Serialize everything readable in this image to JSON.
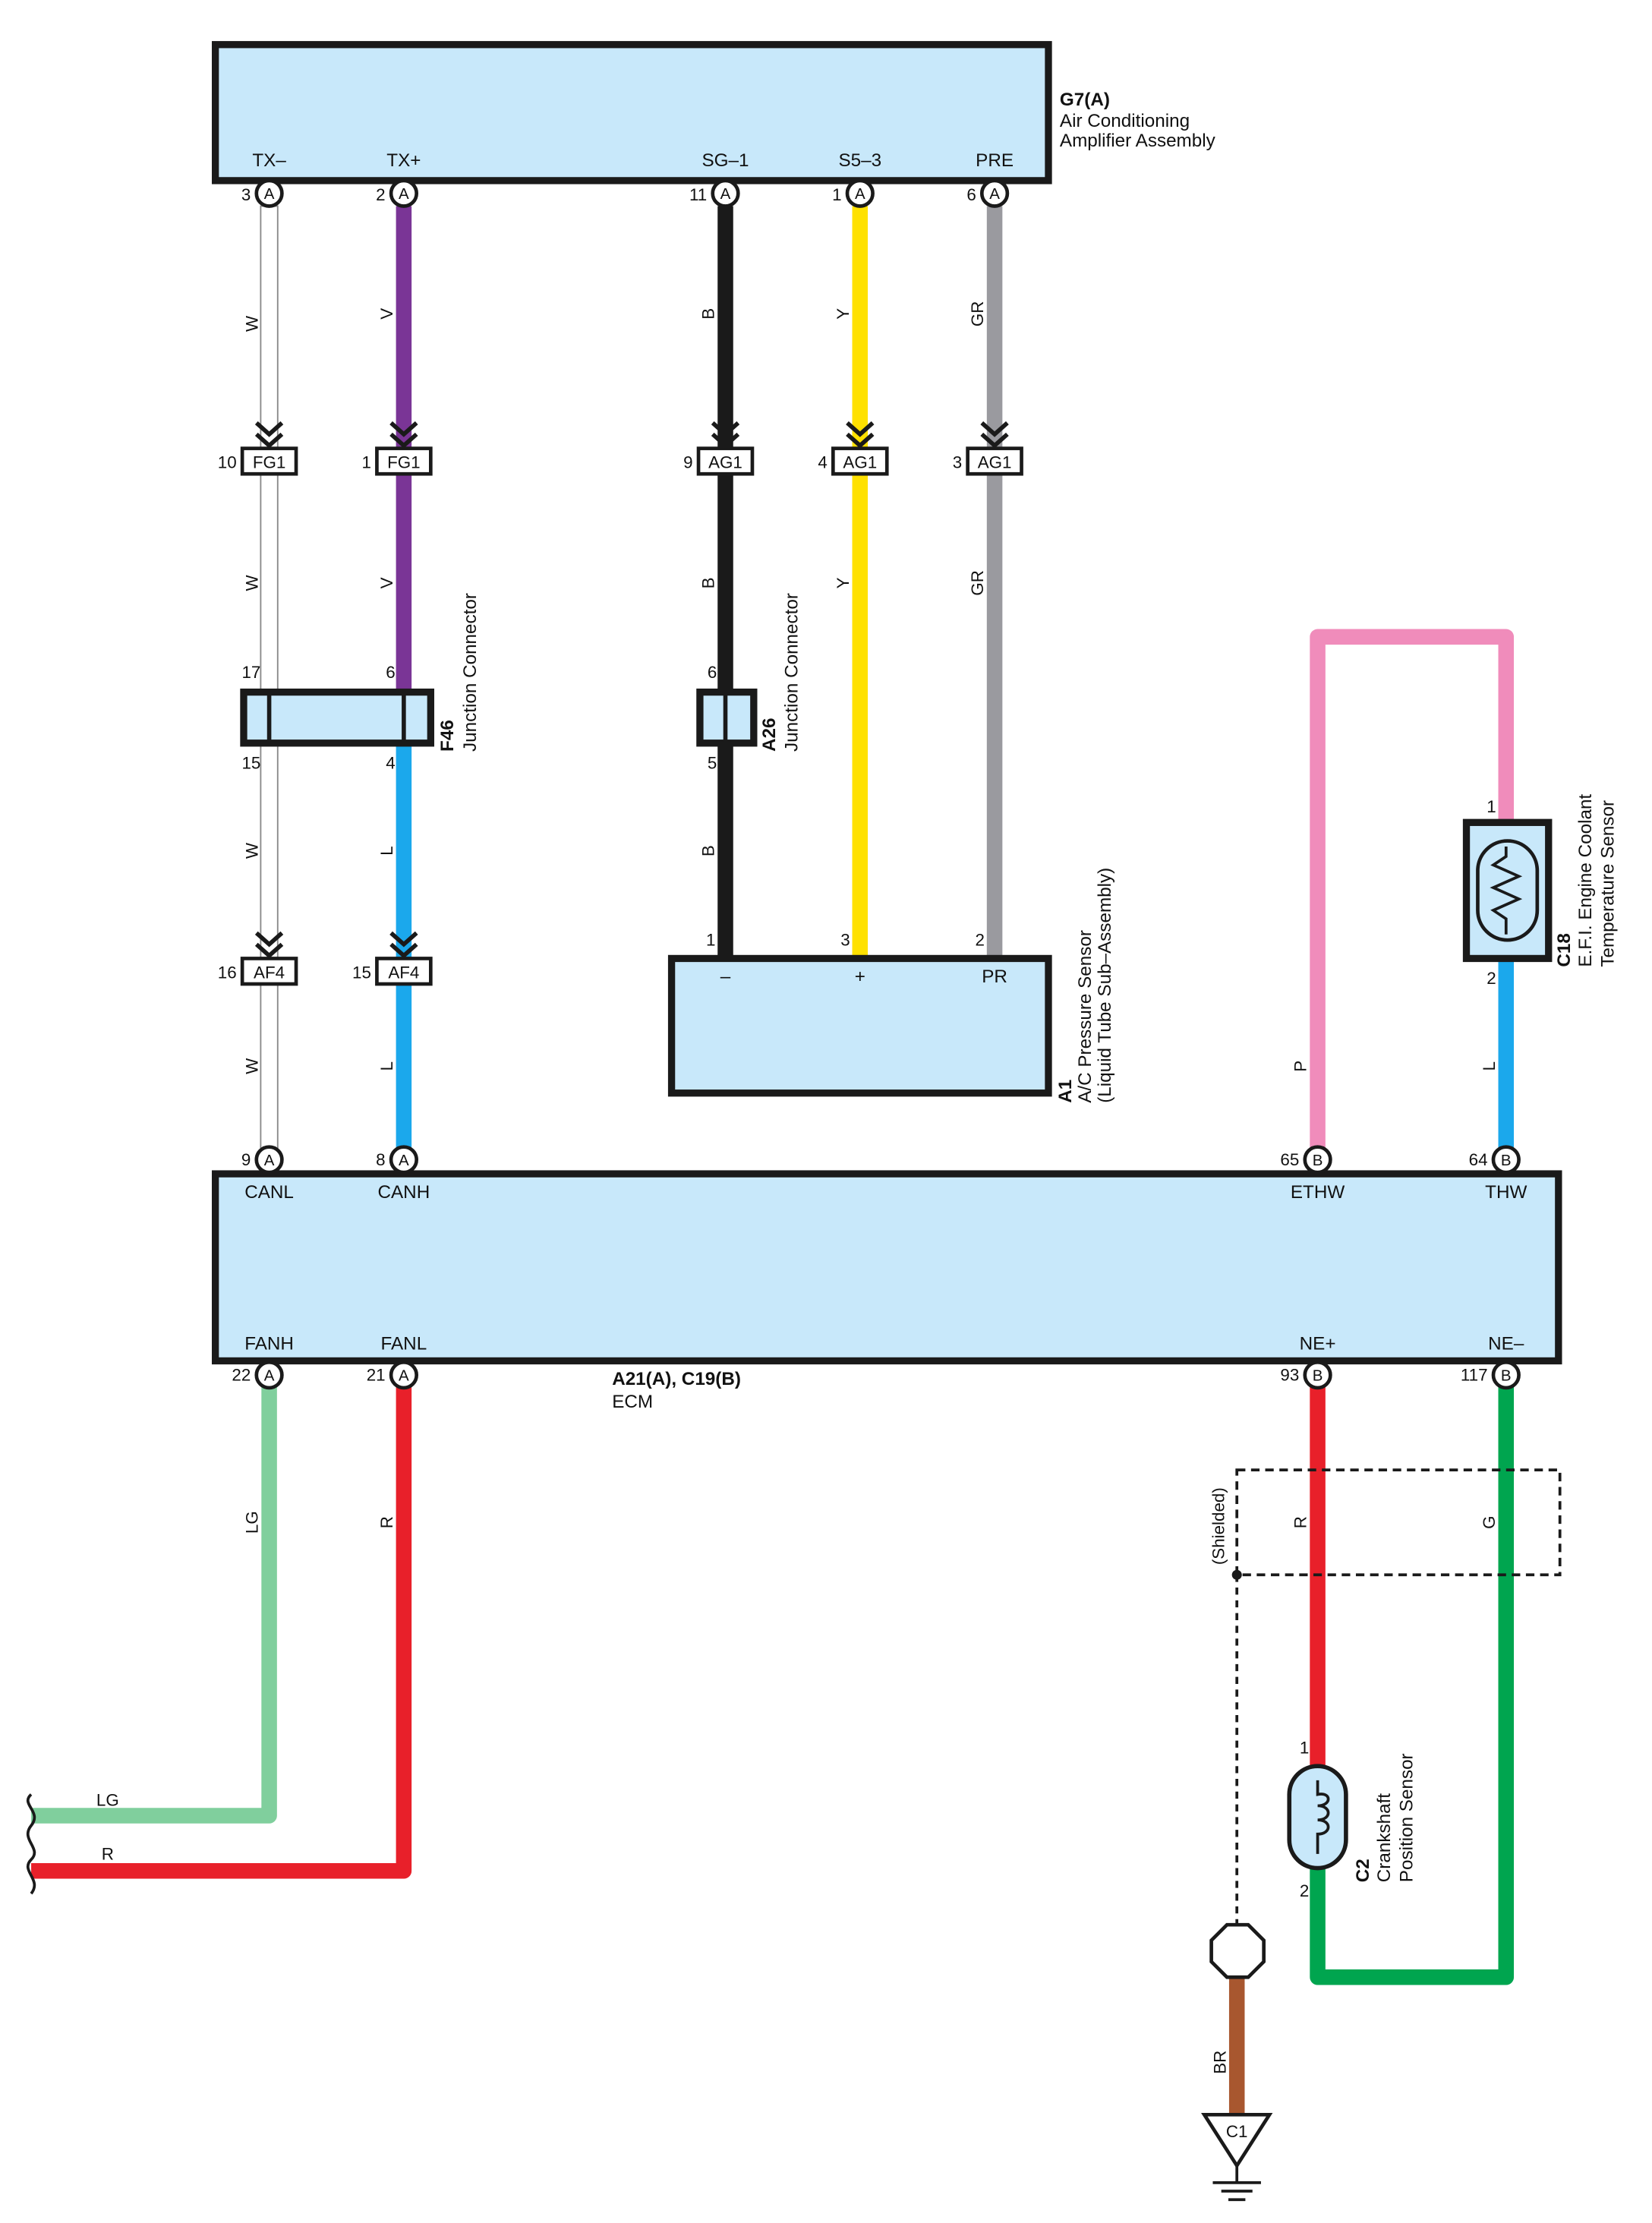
{
  "components": {
    "g7": {
      "id": "G7(A)",
      "line1": "Air Conditioning",
      "line2": "Amplifier Assembly"
    },
    "ecm": {
      "id": "A21(A), C19(B)",
      "name": "ECM"
    },
    "a1": {
      "id": "A1",
      "line1": "A/C Pressure Sensor",
      "line2": "(Liquid Tube Sub–Assembly)"
    },
    "f46": {
      "id": "F46",
      "name": "Junction Connector"
    },
    "a26": {
      "id": "A26",
      "name": "Junction Connector"
    },
    "c18": {
      "id": "C18",
      "line1": "E.F.I. Engine Coolant",
      "line2": "Temperature Sensor"
    },
    "c2": {
      "id": "C2",
      "line1": "Crankshaft",
      "line2": "Position Sensor"
    },
    "ground": {
      "id": "C1"
    },
    "shielded": "(Shielded)"
  },
  "g7_pins": [
    {
      "name": "TX–",
      "num": "3",
      "conn": "A"
    },
    {
      "name": "TX+",
      "num": "2",
      "conn": "A"
    },
    {
      "name": "SG–1",
      "num": "11",
      "conn": "A"
    },
    {
      "name": "S5–3",
      "num": "1",
      "conn": "A"
    },
    {
      "name": "PRE",
      "num": "6",
      "conn": "A"
    }
  ],
  "ecm_top_pins": [
    {
      "name": "CANL",
      "num": "9",
      "conn": "A"
    },
    {
      "name": "CANH",
      "num": "8",
      "conn": "A"
    },
    {
      "name": "ETHW",
      "num": "65",
      "conn": "B"
    },
    {
      "name": "THW",
      "num": "64",
      "conn": "B"
    }
  ],
  "ecm_bottom_pins": [
    {
      "name": "FANH",
      "num": "22",
      "conn": "A"
    },
    {
      "name": "FANL",
      "num": "21",
      "conn": "A"
    },
    {
      "name": "NE+",
      "num": "93",
      "conn": "B"
    },
    {
      "name": "NE–",
      "num": "117",
      "conn": "B"
    }
  ],
  "inline_connectors": [
    {
      "label": "FG1",
      "num": "10"
    },
    {
      "label": "FG1",
      "num": "1"
    },
    {
      "label": "AG1",
      "num": "9"
    },
    {
      "label": "AG1",
      "num": "4"
    },
    {
      "label": "AG1",
      "num": "3"
    },
    {
      "label": "AF4",
      "num": "16"
    },
    {
      "label": "AF4",
      "num": "15"
    }
  ],
  "junction_pins": {
    "f46": [
      "17",
      "6",
      "15",
      "4"
    ],
    "a26": [
      "6",
      "5"
    ]
  },
  "a1_pins": [
    {
      "name": "–",
      "num": "1"
    },
    {
      "name": "+",
      "num": "3"
    },
    {
      "name": "PR",
      "num": "2"
    }
  ],
  "c18_pins": [
    "1",
    "2"
  ],
  "c2_pins": [
    "1",
    "2"
  ],
  "wire_labels": {
    "w1": "W",
    "v1": "V",
    "b1": "B",
    "y1": "Y",
    "gr1": "GR",
    "w2": "W",
    "v2": "V",
    "b2": "B",
    "y2": "Y",
    "gr2": "GR",
    "w3": "W",
    "l1": "L",
    "b3": "B",
    "w4": "W",
    "l2": "L",
    "p": "P",
    "l3": "L",
    "lg1": "LG",
    "r1": "R",
    "r2": "R",
    "g": "G",
    "lg2": "LG",
    "r3": "R",
    "br": "BR"
  },
  "colors": {
    "component_fill": "#c8e8fa",
    "W": "#ffffff",
    "V": "#7a3596",
    "B": "#1a1a1a",
    "Y": "#ffe100",
    "GR": "#9a9a9f",
    "L": "#1ba8ec",
    "P": "#f08cbb",
    "LG": "#80cf9d",
    "R": "#e8202a",
    "G": "#00a54f",
    "BR": "#a8572f"
  }
}
